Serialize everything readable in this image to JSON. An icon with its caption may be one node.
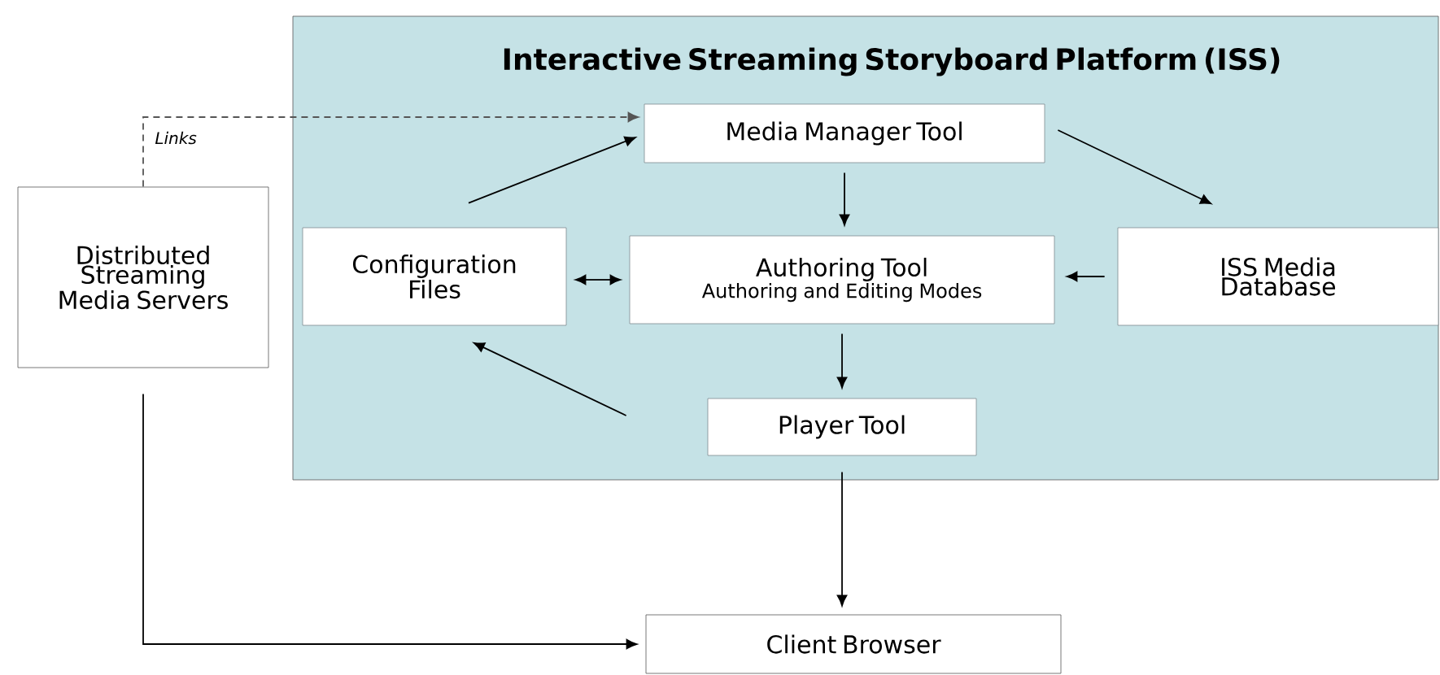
{
  "diagram": {
    "nodes": [
      {
        "text": [
          "Interactive Streaming Storyboard Platform (ISS)"
        ]
      },
      {
        "text": [
          "Media Manager Tool"
        ],
        "in": 0
      },
      {
        "text": [
          "Configuration Files"
        ],
        "in": 0
      },
      {
        "text": [
          "Authoring Tool",
          "Authoring and Editing Modes"
        ],
        "in": 0
      },
      {
        "text": [
          "ISS Media Database"
        ],
        "in": 0
      },
      {
        "text": [
          "Player Tool"
        ],
        "in": 0
      },
      {
        "text": [
          "Distributed Streaming Media Servers"
        ]
      },
      {
        "text": [
          "Client Browser"
        ]
      }
    ],
    "edges": [
      {
        "from": 6,
        "to": 1,
        "arrow": "to",
        "label": "Links",
        "style": "dashed"
      },
      {
        "from": 2,
        "to": 1,
        "arrow": "to"
      },
      {
        "from": 1,
        "to": 4,
        "arrow": "to"
      },
      {
        "from": 1,
        "to": 3,
        "arrow": "to"
      },
      {
        "from": 4,
        "to": 3,
        "arrow": "to"
      },
      {
        "from": 3,
        "to": 2,
        "arrow": "both"
      },
      {
        "from": 3,
        "to": 5,
        "arrow": "to"
      },
      {
        "from": 5,
        "to": 2,
        "arrow": "to"
      },
      {
        "from": 5,
        "to": 7,
        "arrow": "to"
      },
      {
        "from": 6,
        "to": 7,
        "arrow": "to"
      }
    ]
  }
}
